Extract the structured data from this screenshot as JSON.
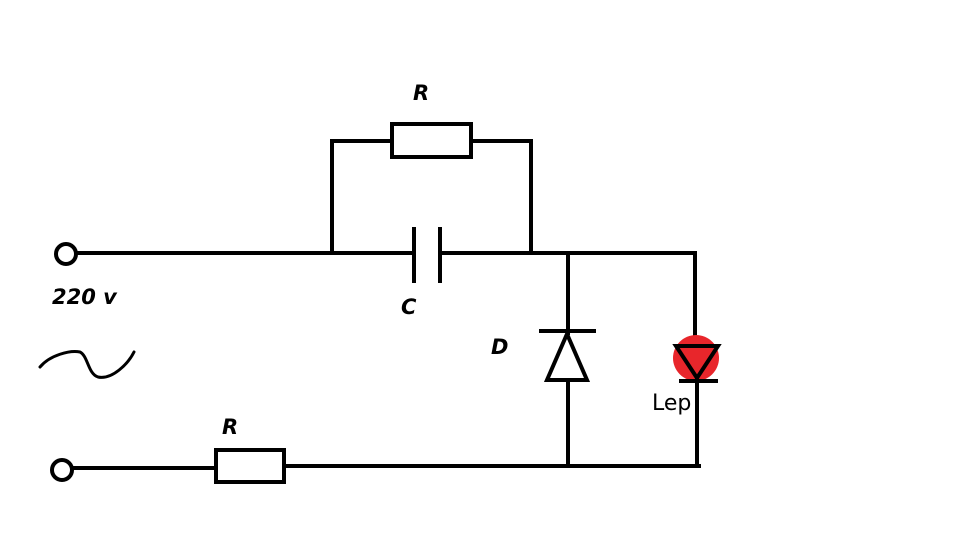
{
  "labels": {
    "top_resistor": "R",
    "capacitor": "C",
    "diode": "D",
    "bottom_resistor": "R",
    "voltage": "220 v",
    "led": "Lep"
  },
  "colors": {
    "wire": "#000000",
    "led_fill": "#e8262b",
    "background": "#ffffff"
  },
  "icons": {
    "ac_source": "sine-wave-icon"
  }
}
